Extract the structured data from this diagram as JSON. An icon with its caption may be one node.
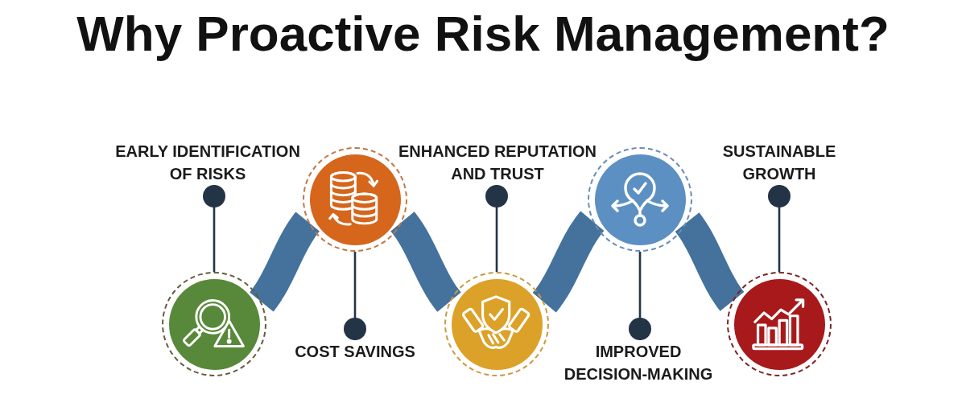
{
  "diagram": {
    "title": "Why Proactive Risk Management?",
    "nodes": [
      {
        "text": [
          "EARLY IDENTIFICATION OF RISKS"
        ]
      },
      {
        "text": [],
        "shape": "circle"
      },
      {
        "text": [
          "COST SAVINGS"
        ]
      },
      {
        "text": [],
        "shape": "circle"
      },
      {
        "text": [
          "ENHANCED REPUTATION AND TRUST"
        ]
      },
      {
        "text": [],
        "shape": "circle"
      },
      {
        "text": [
          "IMPROVED DECISION-MAKING"
        ]
      },
      {
        "text": [],
        "shape": "circle"
      },
      {
        "text": [
          "SUSTAINABLE GROWTH"
        ]
      },
      {
        "text": [],
        "shape": "circle"
      }
    ],
    "edges": [
      {
        "from": 0,
        "to": 1,
        "arrow": "other"
      },
      {
        "from": 2,
        "to": 3,
        "arrow": "other"
      },
      {
        "from": 4,
        "to": 5,
        "arrow": "other"
      },
      {
        "from": 6,
        "to": 7,
        "arrow": "other"
      },
      {
        "from": 8,
        "to": 9,
        "arrow": "other"
      },
      {
        "from": 1,
        "to": 3,
        "arrow": "none",
        "style": "thick",
        "color": "#44729c"
      },
      {
        "from": 3,
        "to": 5,
        "arrow": "none",
        "style": "thick",
        "color": "#44729c"
      },
      {
        "from": 5,
        "to": 7,
        "arrow": "none",
        "style": "thick",
        "color": "#44729c"
      },
      {
        "from": 7,
        "to": 9,
        "arrow": "none",
        "style": "thick",
        "color": "#44729c"
      }
    ]
  }
}
